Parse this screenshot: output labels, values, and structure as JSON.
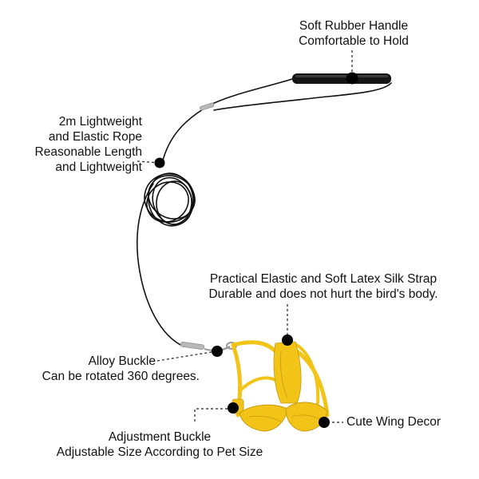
{
  "labels": {
    "handle": {
      "line1": "Soft Rubber Handle",
      "line2": "Comfortable to Hold"
    },
    "rope": {
      "line1": "2m Lightweight",
      "line2": "and Elastic Rope",
      "line3": "Reasonable Length",
      "line4": "and Lightweight"
    },
    "strap": {
      "line1": "Practical Elastic and Soft Latex Silk Strap",
      "line2": "Durable and does not hurt the bird's body."
    },
    "buckle": {
      "line1": "Alloy Buckle",
      "line2": "Can be rotated 360 degrees."
    },
    "wing": {
      "line1": "Cute Wing Decor"
    },
    "adjust": {
      "line1": "Adjustment Buckle",
      "line2": "Adjustable Size According to Pet Size"
    }
  },
  "colors": {
    "background": "#ffffff",
    "rope": "#111111",
    "harness_yellow": "#f2c418",
    "harness_shadow": "#c99a0a",
    "metal": "#b8b8b8",
    "marker": "#000000"
  },
  "icons": {
    "handle": "rubber-handle",
    "rope": "coiled-rope",
    "buckle": "alloy-buckle",
    "harness": "bird-harness",
    "wings": "wing-decor",
    "marker": "dot-marker"
  }
}
